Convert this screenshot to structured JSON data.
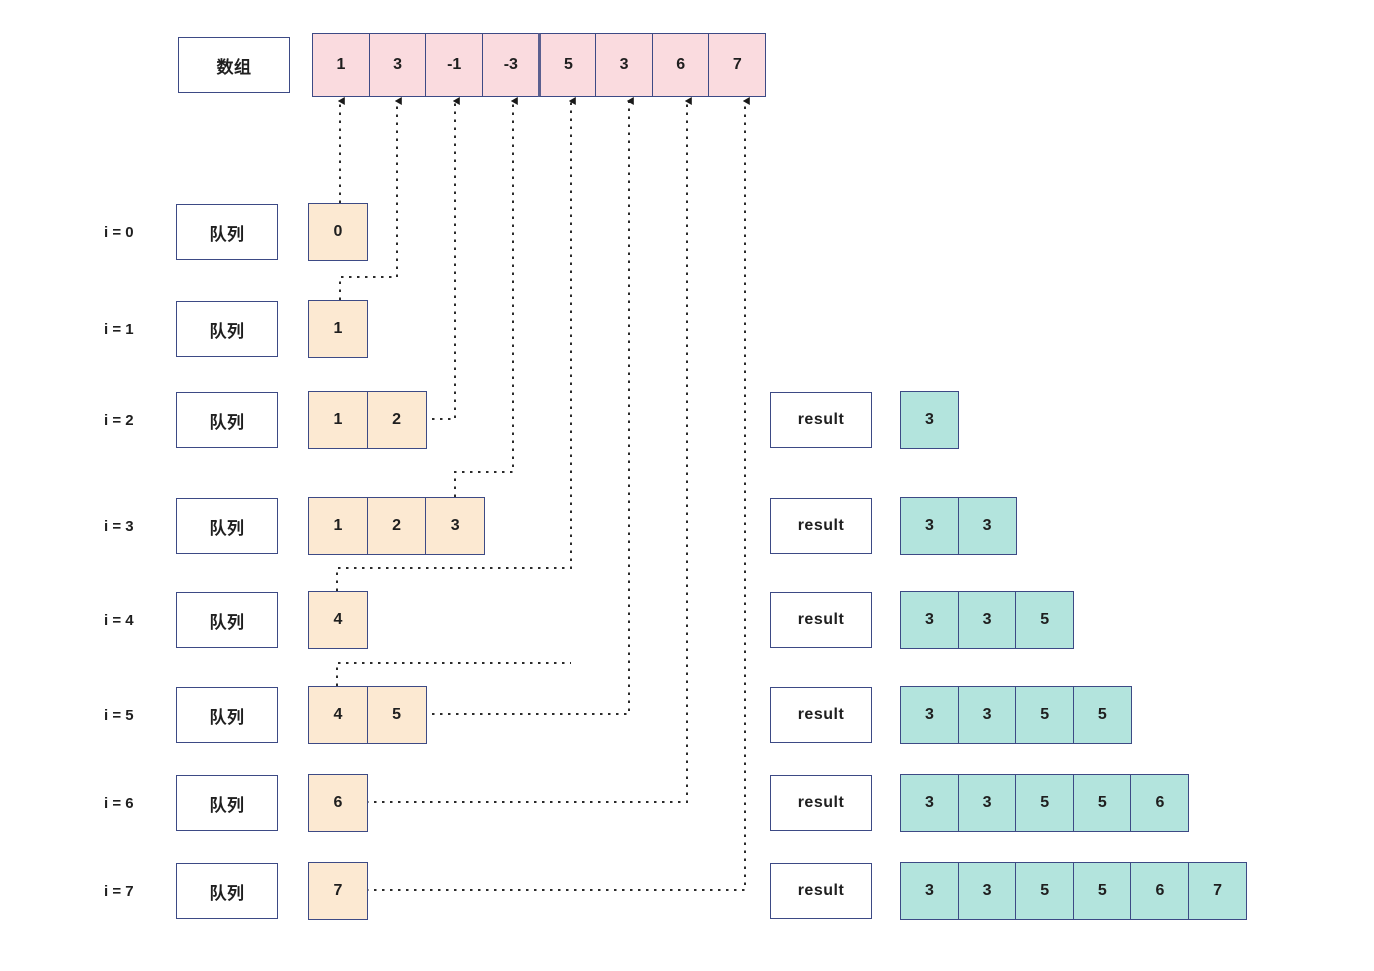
{
  "diagram": {
    "title_row": {
      "label": "数组",
      "array_values": [
        "1",
        "3",
        "-1",
        "-3",
        "5",
        "3",
        "6",
        "7"
      ],
      "window_divider_after_index": 3
    },
    "queue_label": "队列",
    "result_label": "result",
    "steps": [
      {
        "caption": "i = 0",
        "queue": [
          "0"
        ],
        "result": []
      },
      {
        "caption": "i = 1",
        "queue": [
          "1"
        ],
        "result": []
      },
      {
        "caption": "i = 2",
        "queue": [
          "1",
          "2"
        ],
        "result": [
          "3"
        ]
      },
      {
        "caption": "i = 3",
        "queue": [
          "1",
          "2",
          "3"
        ],
        "result": [
          "3",
          "3"
        ]
      },
      {
        "caption": "i = 4",
        "queue": [
          "4"
        ],
        "result": [
          "3",
          "3",
          "5"
        ]
      },
      {
        "caption": "i = 5",
        "queue": [
          "4",
          "5"
        ],
        "result": [
          "3",
          "3",
          "5",
          "5"
        ]
      },
      {
        "caption": "i = 6",
        "queue": [
          "6"
        ],
        "result": [
          "3",
          "3",
          "5",
          "5",
          "6"
        ]
      },
      {
        "caption": "i = 7",
        "queue": [
          "7"
        ],
        "result": [
          "3",
          "3",
          "5",
          "5",
          "6",
          "7"
        ]
      }
    ],
    "colors": {
      "array_fill": "#fadbdf",
      "queue_fill": "#fce9d2",
      "result_fill": "#b3e4dd",
      "stroke": "#3d4a85",
      "divider": "#5a5f8f",
      "connector": "#2b2b2b",
      "background": "#ffffff"
    }
  }
}
